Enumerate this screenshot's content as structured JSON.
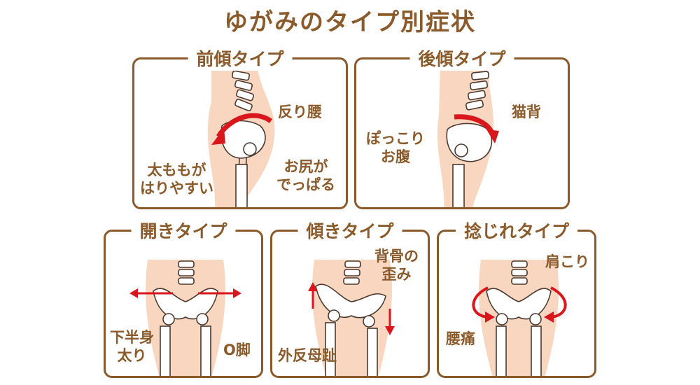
{
  "title": "ゆがみのタイプ別症状",
  "panels": {
    "forward": {
      "title": "前傾タイプ",
      "labels": {
        "sway": "反り腰",
        "thigh": "太ももが\nはりやすい",
        "hip": "お尻が\nでっぱる"
      }
    },
    "backward": {
      "title": "後傾タイプ",
      "labels": {
        "cat": "猫背",
        "belly": "ぽっこり\nお腹"
      }
    },
    "open": {
      "title": "開きタイプ",
      "labels": {
        "lower": "下半身\n太り",
        "oleg": "O脚"
      }
    },
    "tilt": {
      "title": "傾きタイプ",
      "labels": {
        "spine": "背骨の\n歪み",
        "hallux": "外反母趾"
      }
    },
    "twist": {
      "title": "捻じれタイプ",
      "labels": {
        "shoulder": "肩こり",
        "back": "腰痛"
      }
    }
  },
  "colors": {
    "brown": "#8a5a2b",
    "skin": "#f8d6bf",
    "arrow": "#d9161c",
    "bone": "#ffffff",
    "boneLine": "#4a3a30"
  }
}
